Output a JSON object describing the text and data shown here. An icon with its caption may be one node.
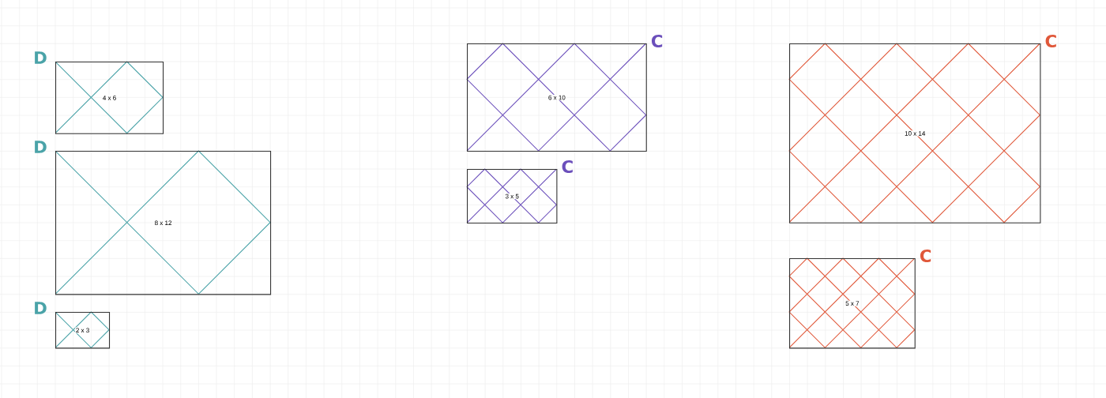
{
  "diagram": {
    "nodes": [
      {
        "text": [
          "4 x 6"
        ],
        "beside": [
          "D"
        ]
      },
      {
        "text": [
          "8 x 12"
        ],
        "beside": [
          "D"
        ]
      },
      {
        "text": [
          "2 x 3"
        ],
        "beside": [
          "D"
        ]
      },
      {
        "text": [
          "6 x 10"
        ],
        "beside": [
          "C"
        ]
      },
      {
        "text": [
          "3 x 5"
        ],
        "beside": [
          "C"
        ]
      },
      {
        "text": [
          "10 x 14"
        ],
        "beside": [
          "C"
        ]
      },
      {
        "text": [
          "5 x 7"
        ],
        "beside": [
          "C"
        ]
      }
    ]
  }
}
